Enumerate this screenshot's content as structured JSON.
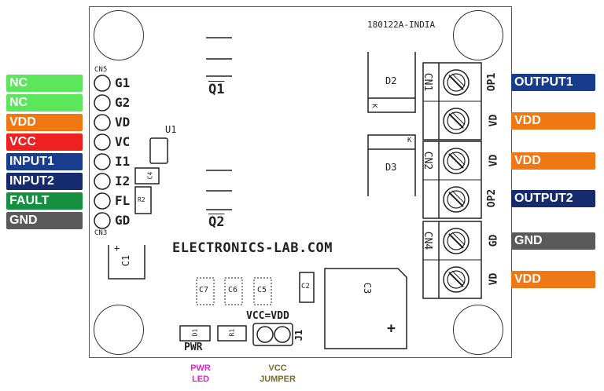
{
  "left_pins": [
    {
      "label": "NC",
      "color": "#5ce65c",
      "pin": "G1"
    },
    {
      "label": "NC",
      "color": "#5ce65c",
      "pin": "G2"
    },
    {
      "label": "VDD",
      "color": "#f07814",
      "pin": "VD"
    },
    {
      "label": "VCC",
      "color": "#ee2020",
      "pin": "VC"
    },
    {
      "label": "INPUT1",
      "color": "#1a3c8e",
      "pin": "I1"
    },
    {
      "label": "INPUT2",
      "color": "#162a6e",
      "pin": "I2"
    },
    {
      "label": "FAULT",
      "color": "#159040",
      "pin": "FL"
    },
    {
      "label": "GND",
      "color": "#5a5a5a",
      "pin": "GD"
    }
  ],
  "right_tags": [
    {
      "label": "OUTPUT1",
      "color": "#183c8c"
    },
    {
      "label": "VDD",
      "color": "#f07814"
    },
    {
      "label": "VDD",
      "color": "#f07814"
    },
    {
      "label": "OUTPUT2",
      "color": "#162a6e"
    },
    {
      "label": "GND",
      "color": "#5a5a5a"
    },
    {
      "label": "VDD",
      "color": "#f07814"
    }
  ],
  "terminal_pins": [
    "OP1",
    "VD",
    "VD",
    "OP2",
    "GD",
    "VD"
  ],
  "connectors": [
    "CN1",
    "CN2",
    "CN4"
  ],
  "board": {
    "code": "180122A-INDIA",
    "site": "ELECTRONICS-LAB.COM",
    "header_top": "CN5",
    "header_bottom": "CN3",
    "q1": "Q1",
    "q2": "Q2",
    "u1": "U1",
    "d2": "D2",
    "d3": "D3",
    "k": "K",
    "c1": "C1",
    "c2": "C2",
    "c3": "C3",
    "c4": "C4",
    "c5": "C5",
    "c6": "C6",
    "c7": "C7",
    "r1": "R1",
    "r2": "R2",
    "d1": "D1",
    "jumper": "VCC=VDD",
    "j1": "J1",
    "pwr": "PWR",
    "plus": "+"
  },
  "annotations": {
    "pwr_led_1": "PWR",
    "pwr_led_2": "LED",
    "pwr_led_color": "#e81cd2",
    "vcc_jumper_1": "VCC",
    "vcc_jumper_2": "JUMPER",
    "vcc_jumper_color": "#7a6a2a"
  }
}
